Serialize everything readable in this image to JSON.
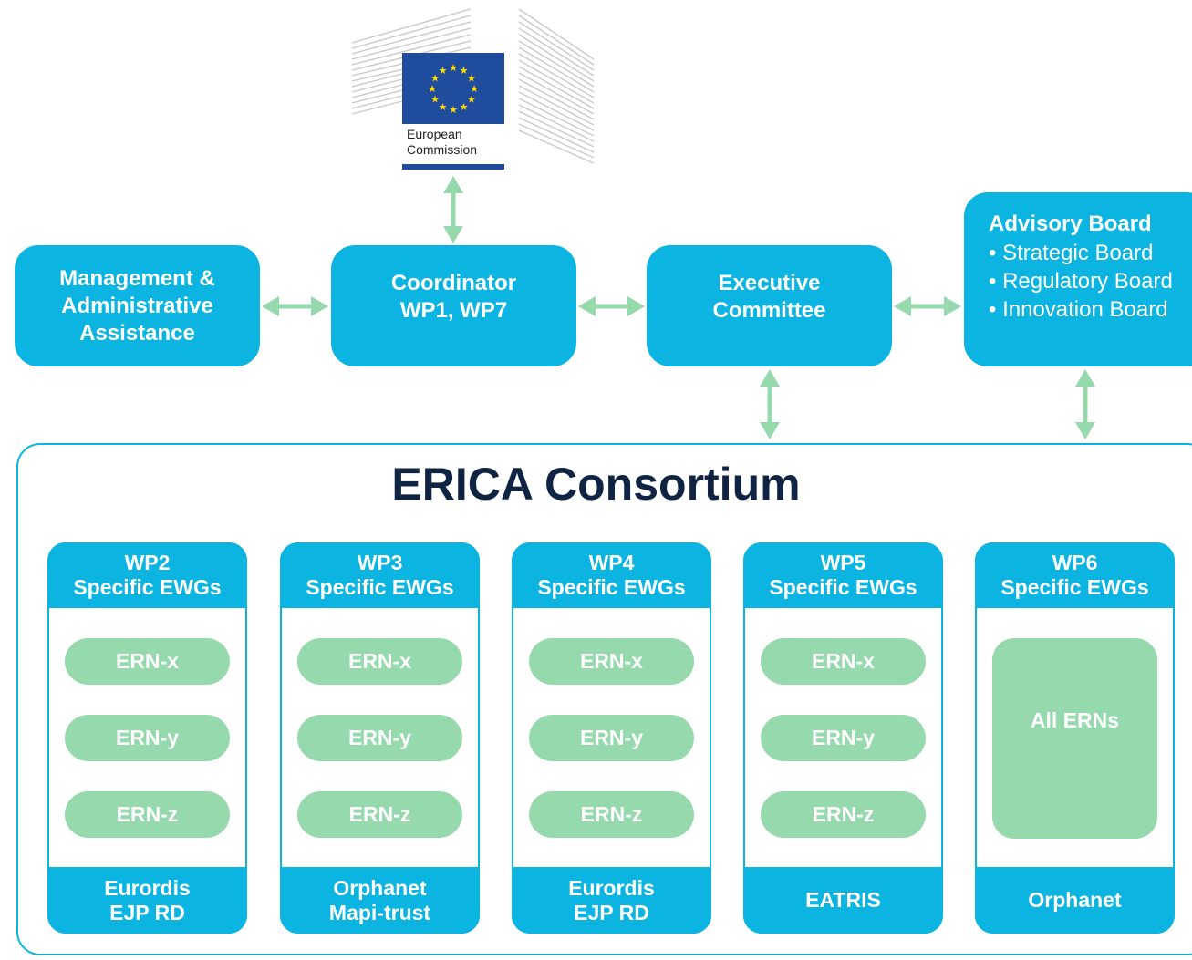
{
  "logo": {
    "text_line1": "European",
    "text_line2": "Commission",
    "flag_color": "#1f4c9c",
    "star_color": "#ffdd00"
  },
  "boxes": {
    "management": [
      "Management &",
      "Administrative",
      "Assistance"
    ],
    "coordinator": [
      "Coordinator",
      "WP1, WP7"
    ],
    "executive": [
      "Executive",
      "Committee"
    ],
    "advisory": {
      "title": "Advisory Board",
      "items": [
        "• Strategic Board",
        "• Regulatory Board",
        "• Innovation Board"
      ]
    }
  },
  "consortium": {
    "title": "ERICA Consortium",
    "work_packages": [
      {
        "header": [
          "WP2",
          "Specific EWGs"
        ],
        "erns": [
          "ERN-x",
          "ERN-y",
          "ERN-z"
        ],
        "footer": [
          "Eurordis",
          "EJP RD"
        ]
      },
      {
        "header": [
          "WP3",
          "Specific EWGs"
        ],
        "erns": [
          "ERN-x",
          "ERN-y",
          "ERN-z"
        ],
        "footer": [
          "Orphanet",
          "Mapi-trust"
        ]
      },
      {
        "header": [
          "WP4",
          "Specific EWGs"
        ],
        "erns": [
          "ERN-x",
          "ERN-y",
          "ERN-z"
        ],
        "footer": [
          "Eurordis",
          "EJP RD"
        ]
      },
      {
        "header": [
          "WP5",
          "Specific EWGs"
        ],
        "erns": [
          "ERN-x",
          "ERN-y",
          "ERN-z"
        ],
        "footer": [
          "EATRIS"
        ]
      },
      {
        "header": [
          "WP6",
          "Specific EWGs"
        ],
        "all_erns": "All ERNs",
        "footer": [
          "Orphanet"
        ]
      }
    ]
  },
  "colors": {
    "box_blue": "#0cb4e2",
    "ern_green": "#95d9ad",
    "arrow_green": "#95d9ad",
    "title_navy": "#0f2443"
  }
}
